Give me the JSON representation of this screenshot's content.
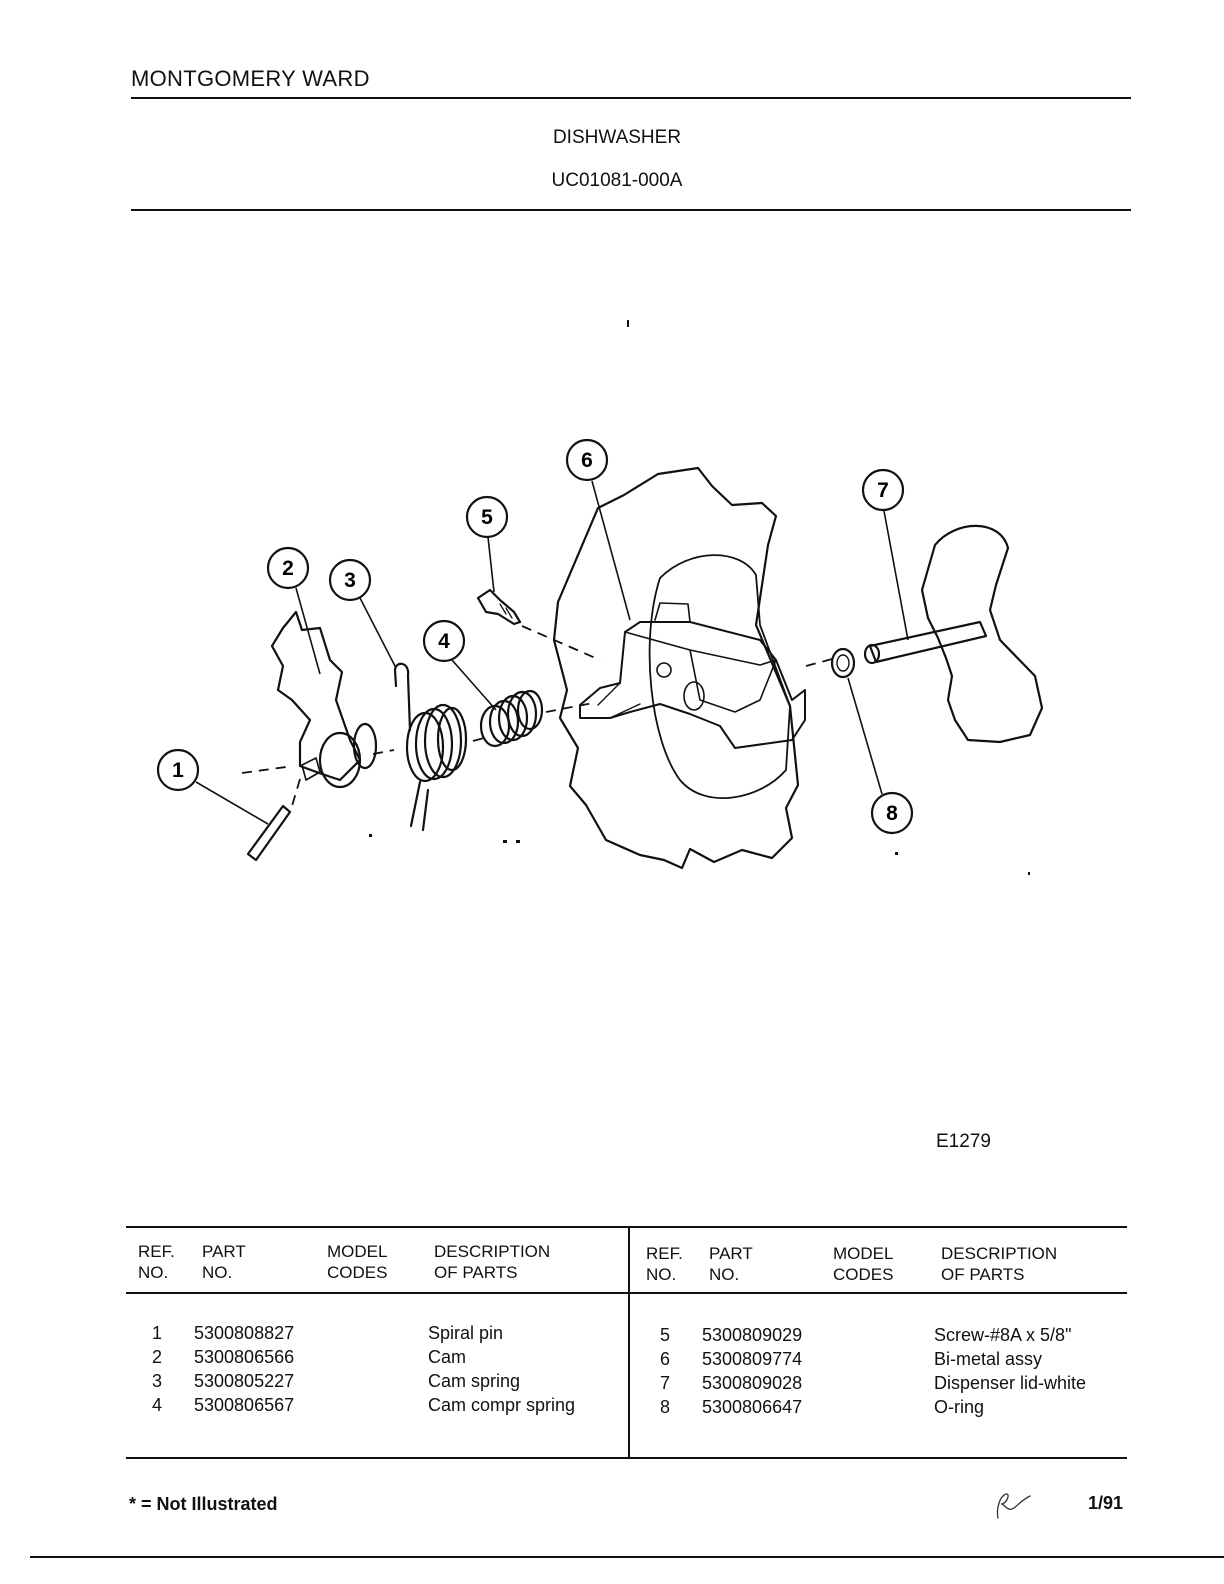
{
  "header": {
    "brand": "MONTGOMERY WARD",
    "product": "DISHWASHER",
    "model": "UC01081-000A"
  },
  "diagram": {
    "callouts": [
      "1",
      "2",
      "3",
      "4",
      "5",
      "6",
      "7",
      "8"
    ],
    "figure_code": "E1279"
  },
  "table": {
    "headers": {
      "ref": [
        "REF.",
        "NO."
      ],
      "part": [
        "PART",
        "NO."
      ],
      "model": [
        "MODEL",
        "CODES"
      ],
      "desc": [
        "DESCRIPTION",
        "OF PARTS"
      ]
    },
    "left": [
      {
        "ref": "1",
        "part": "5300808827",
        "model": "",
        "desc": "Spiral pin"
      },
      {
        "ref": "2",
        "part": "5300806566",
        "model": "",
        "desc": "Cam"
      },
      {
        "ref": "3",
        "part": "5300805227",
        "model": "",
        "desc": "Cam spring"
      },
      {
        "ref": "4",
        "part": "5300806567",
        "model": "",
        "desc": "Cam compr spring"
      }
    ],
    "right": [
      {
        "ref": "5",
        "part": "5300809029",
        "model": "",
        "desc": "Screw-#8A x 5/8\""
      },
      {
        "ref": "6",
        "part": "5300809774",
        "model": "",
        "desc": "Bi-metal assy"
      },
      {
        "ref": "7",
        "part": "5300809028",
        "model": "",
        "desc": "Dispenser lid-white"
      },
      {
        "ref": "8",
        "part": "5300806647",
        "model": "",
        "desc": "O-ring"
      }
    ]
  },
  "footer": {
    "note": "* = Not Illustrated",
    "date": "1/91"
  }
}
